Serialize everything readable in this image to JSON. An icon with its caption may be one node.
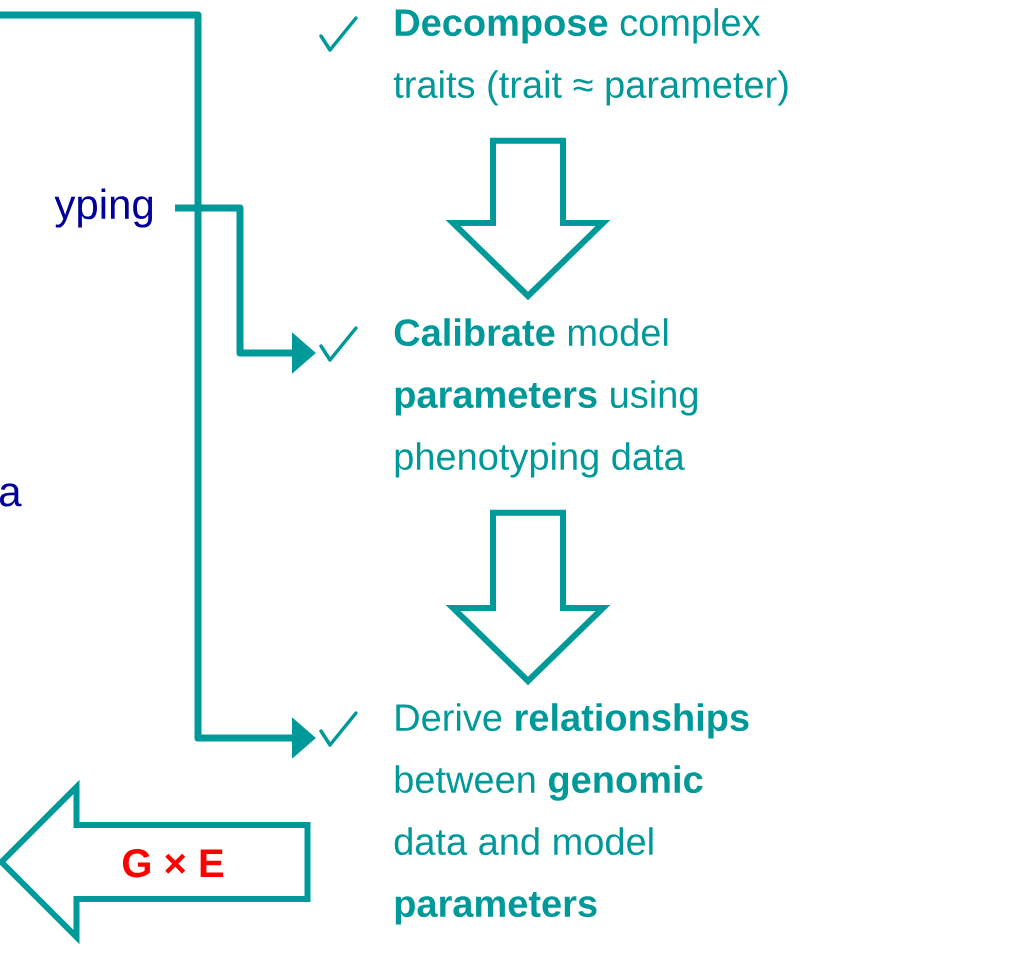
{
  "diagram": {
    "nodes": [
      {
        "text": [
          "yping"
        ]
      },
      {
        "text": [
          "**Decompose** complex traits (trait ≈ parameter)"
        ]
      },
      {
        "text": [
          "**Calibrate** model **parameters** using phenotyping data"
        ]
      },
      {
        "text": [
          "Derive **relationships** between **genomic** data and model **parameters**"
        ]
      },
      {
        "text": [
          "G × E"
        ]
      }
    ],
    "edges": [
      {
        "from": null,
        "to": 3,
        "arrow": "to"
      },
      {
        "from": 0,
        "to": 2,
        "arrow": "to"
      },
      {
        "from": 1,
        "to": 2,
        "arrow": "to",
        "style": "thick"
      },
      {
        "from": 2,
        "to": 3,
        "arrow": "to",
        "style": "thick"
      }
    ],
    "labels": [
      "a"
    ]
  }
}
